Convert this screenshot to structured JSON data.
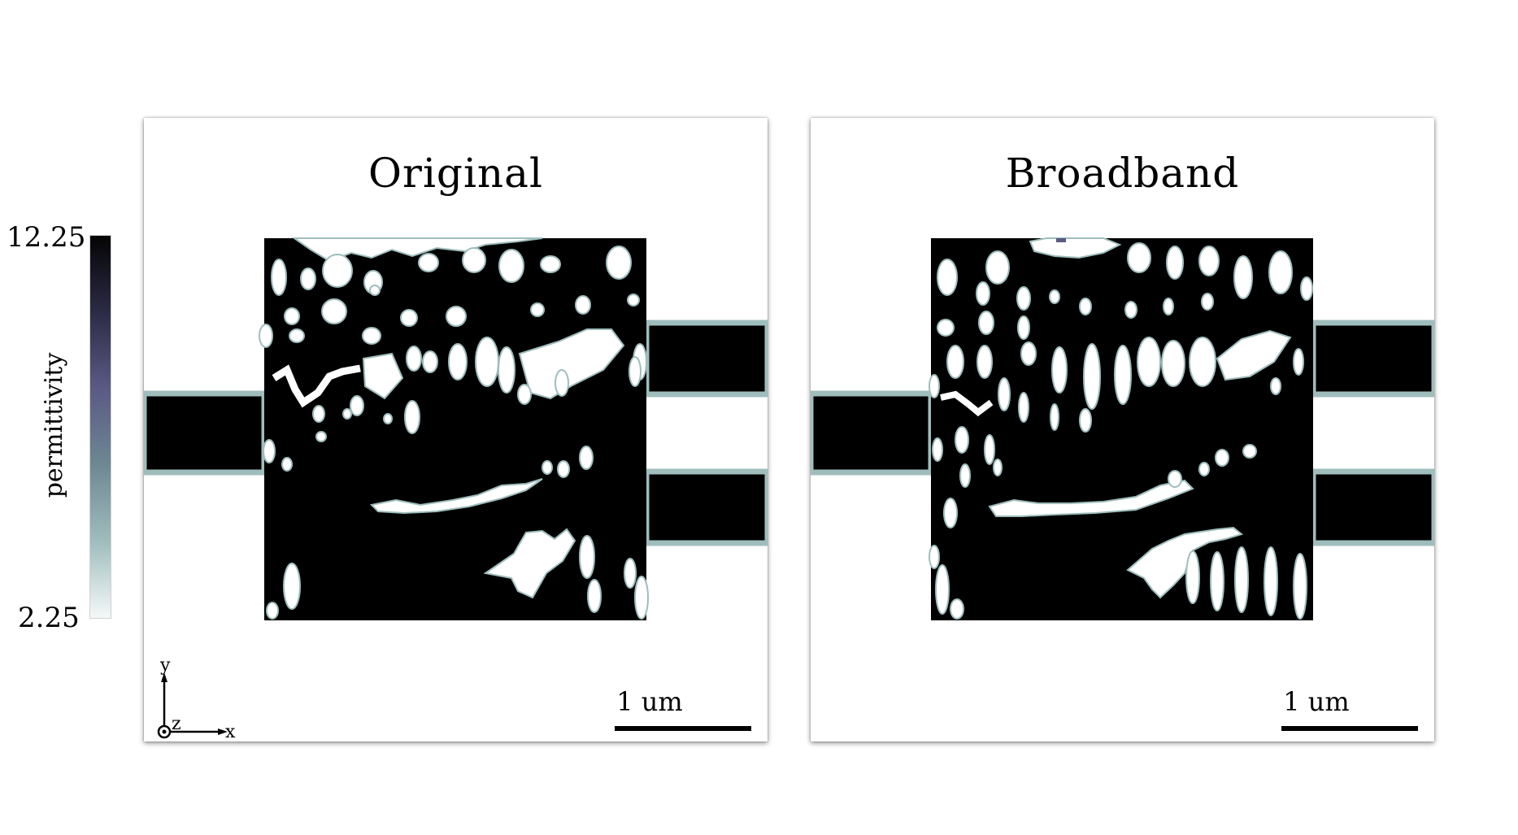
{
  "colorbar": {
    "max_label": "12.25",
    "min_label": "2.25",
    "title": "permittivity",
    "colors": [
      "#f4f8f8",
      "#9fbdbd",
      "#6d8893",
      "#5b5a84",
      "#2c2b45",
      "#050505"
    ]
  },
  "axes": {
    "y": "y",
    "z": "z",
    "x": "x"
  },
  "panels": [
    {
      "title": "Original",
      "scale_label": "1 um"
    },
    {
      "title": "Broadband",
      "scale_label": "1 um"
    }
  ]
}
